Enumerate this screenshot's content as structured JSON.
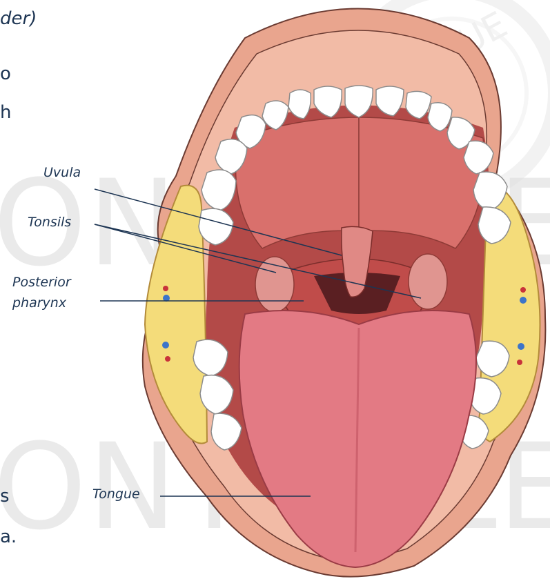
{
  "page": {
    "text_fragments": [
      "der)",
      "o",
      "h",
      "s",
      "a."
    ]
  },
  "watermark": {
    "text": "ONTROLE",
    "seal_text": "QUE"
  },
  "diagram": {
    "labels": {
      "uvula": "Uvula",
      "tonsils": "Tonsils",
      "posterior_pharynx": [
        "Posterior",
        "pharynx"
      ],
      "tongue": "Tongue"
    },
    "colors": {
      "label_text": "#1d3553",
      "lip": "#e9a58e",
      "mouth_cavity": "#b34a48",
      "palate": "#d9706c",
      "teeth": "#ffffff",
      "tongue": "#e37a84",
      "cheek_fat": "#f4dc7a",
      "watermark": "#d9d9d9"
    }
  }
}
